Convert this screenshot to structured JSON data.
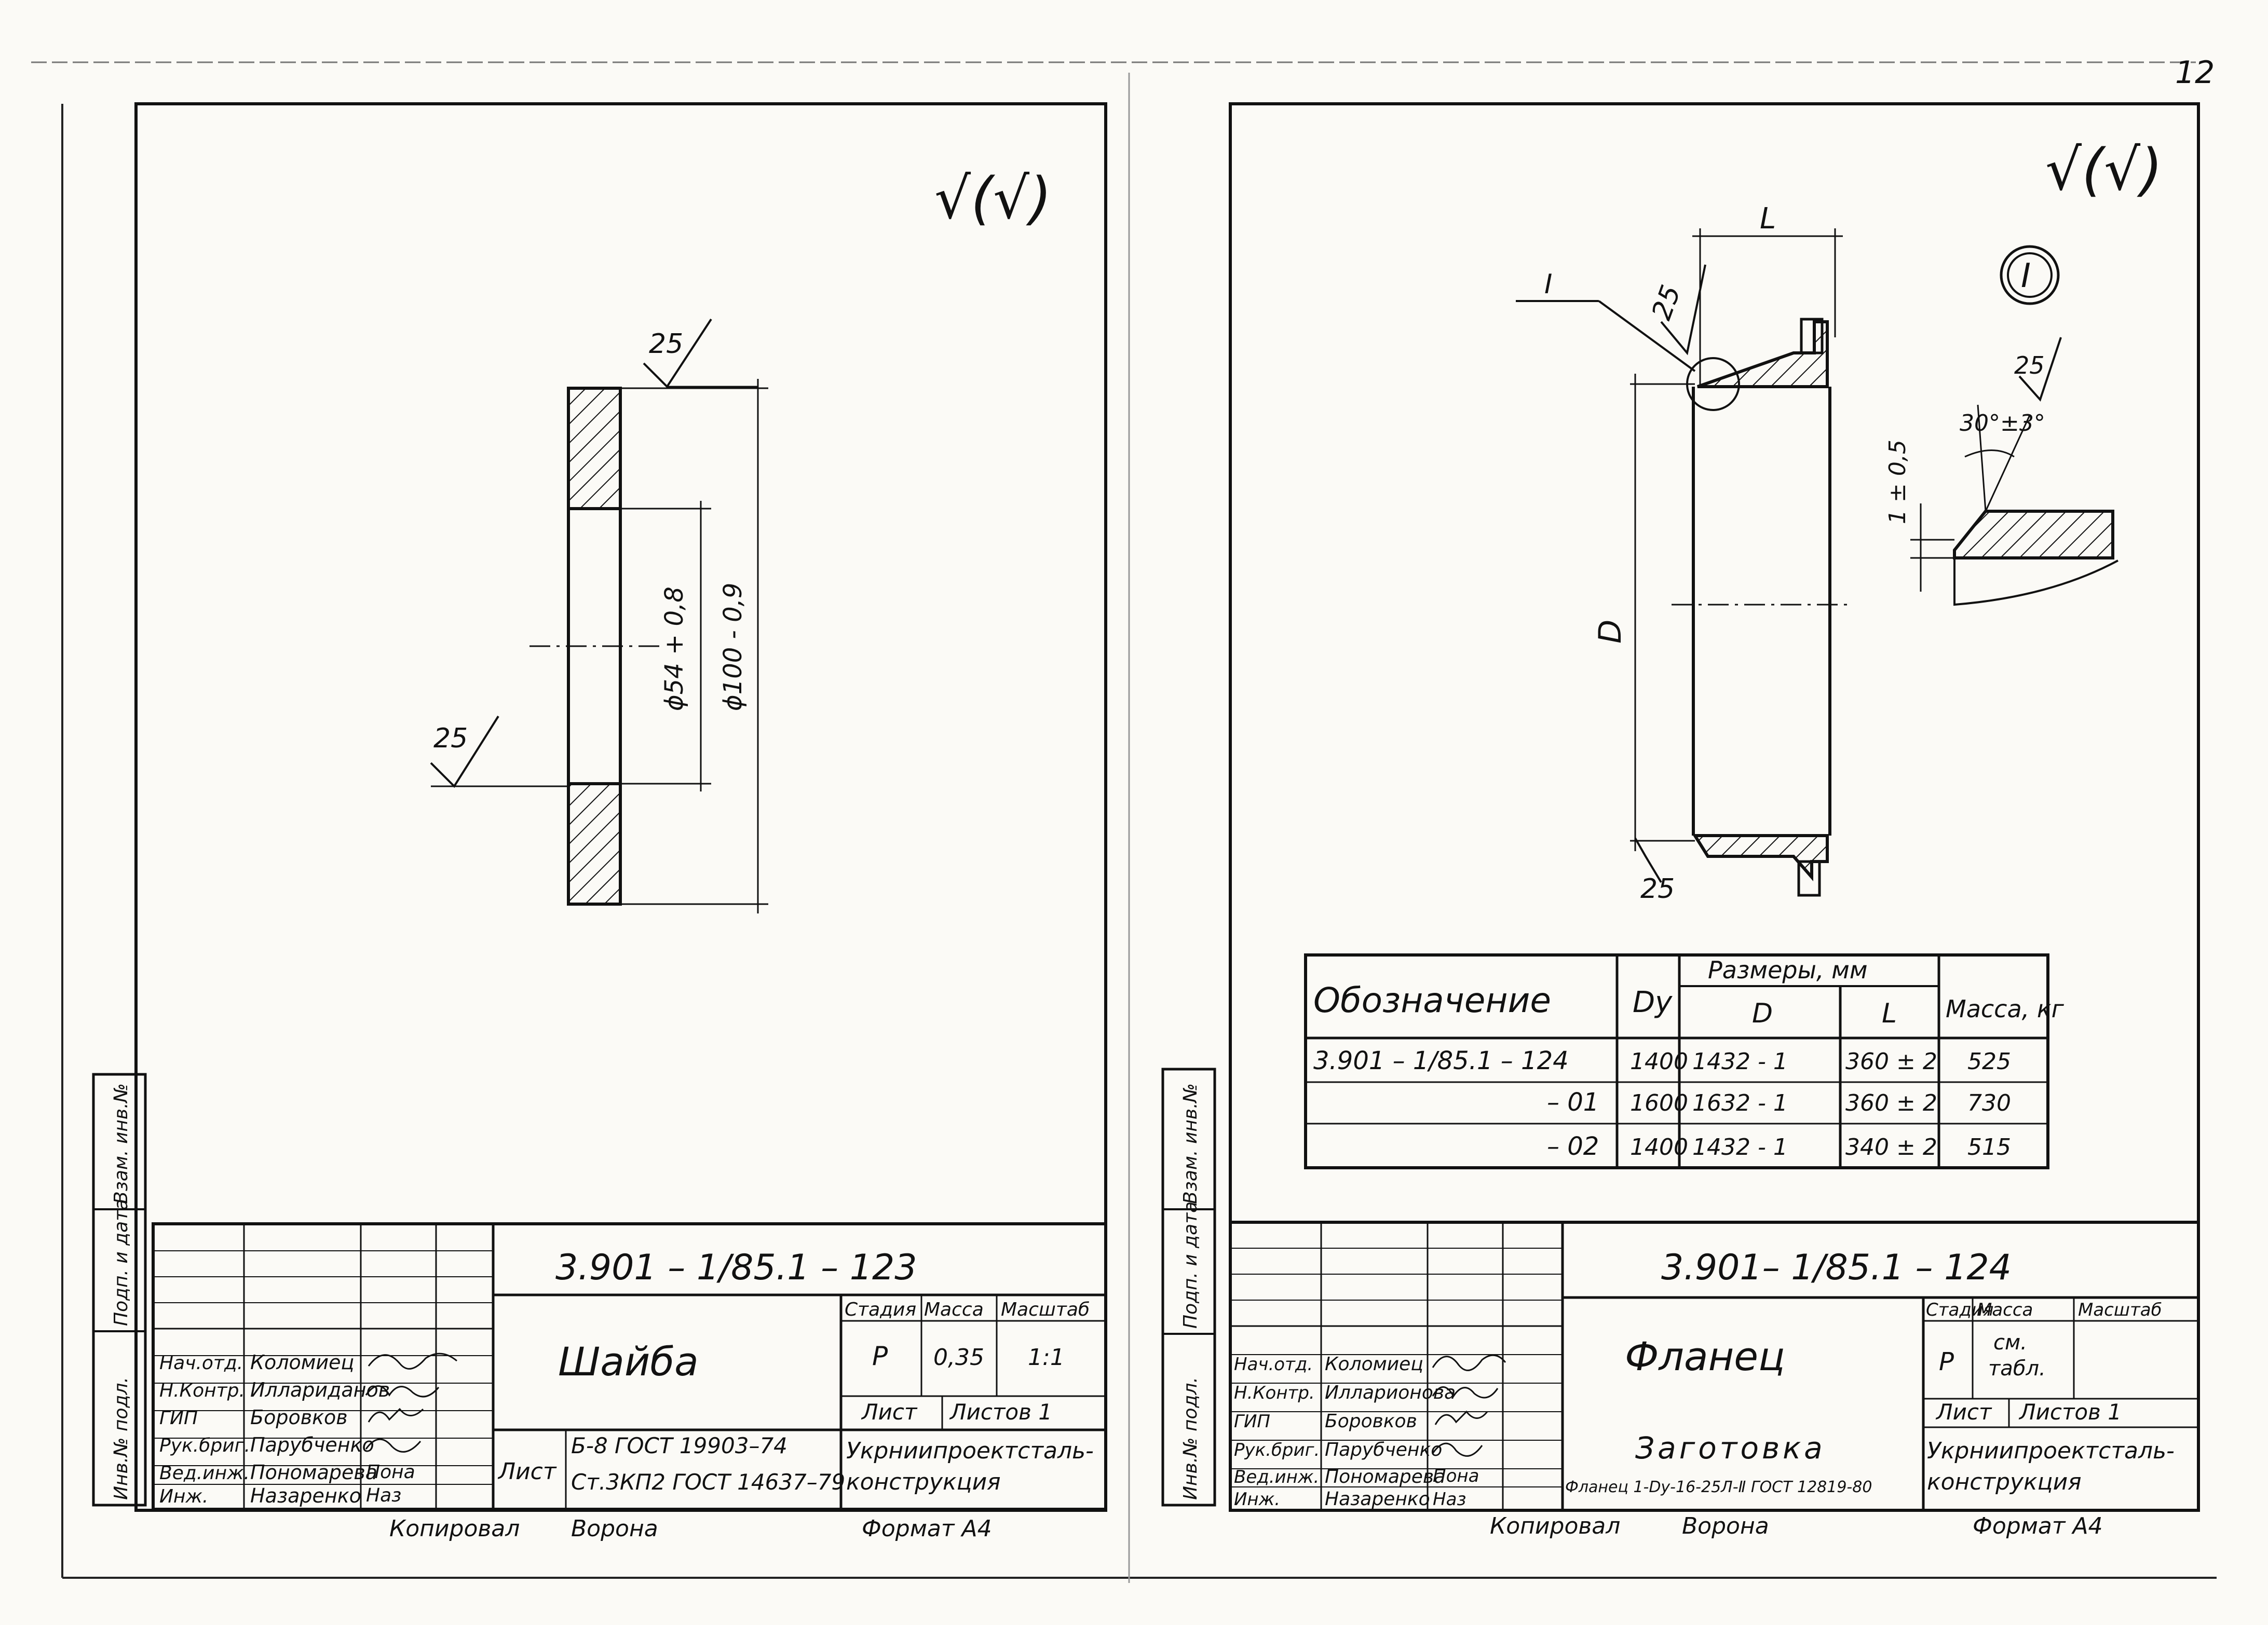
{
  "page_corner": "12",
  "drawings": [
    {
      "designation": "3.901 – 1/85.1 – 123",
      "part_name": "Шайба",
      "roughness_symbol": "√(√)",
      "dimensions": {
        "inner_diameter": "ϕ54 + 0,8",
        "outer_diameter": "ϕ100 - 0,9",
        "roughness_top": "25",
        "roughness_left": "25"
      },
      "stage": {
        "header": "Стадия",
        "value": "Р"
      },
      "mass": {
        "header": "Масса",
        "value": "0,35"
      },
      "scale": {
        "header": "Масштаб",
        "value": "1:1"
      },
      "sheet_label": "Лист",
      "sheets_label": "Листов 1",
      "material_label": "Лист",
      "material_line1": "Б-8 ГОСТ 19903–74",
      "material_line2": "Ст.3КП2 ГОСТ 14637–79",
      "org_line1": "Укрниипроектсталь-",
      "org_line2": "конструкция",
      "roles": [
        "Нач.отд.",
        "Н.Контр.",
        "ГИП",
        "Рук.бриг.",
        "Вед.инж.",
        "Инж."
      ],
      "names": [
        "Коломиец",
        "Иллариданов",
        "Боровков",
        "Парубченко",
        "Пономарева",
        "Назаренко"
      ],
      "signatures": [
        "",
        "",
        "",
        "",
        "Пона",
        "Наз"
      ],
      "side_labels": [
        "Инв.№ подл.",
        "Подп. и дата",
        "Взам. инв.№"
      ],
      "copied_label": "Копировал",
      "copied_by": "Ворона",
      "format_label": "Формат А4"
    },
    {
      "designation": "3.901– 1/85.1 – 124",
      "part_name": "Фланец",
      "roughness_symbol": "√(√)",
      "dimensions": {
        "length": "L",
        "diameter": "D",
        "roughness_top": "25",
        "roughness_bottom": "25",
        "roughness_detail": "25",
        "detail_callout": "I",
        "detail_label": "I",
        "angle": "30°±3°",
        "land": "1 ± 0,5"
      },
      "table": {
        "headers": {
          "designation": "Обозначение",
          "dy": "Dу",
          "sizes": "Размеры, мм",
          "d": "D",
          "l": "L",
          "mass": "Масса, кг"
        },
        "rows": [
          {
            "designation": "3.901 – 1/85.1 – 124",
            "dy": "1400",
            "d": "1432 - 1",
            "l": "360 ± 2",
            "mass": "525"
          },
          {
            "designation": "– 01",
            "dy": "1600",
            "d": "1632 - 1",
            "l": "360 ± 2",
            "mass": "730"
          },
          {
            "designation": "– 02",
            "dy": "1400",
            "d": "1432 - 1",
            "l": "340 ± 2",
            "mass": "515"
          }
        ]
      },
      "stage": {
        "header": "Стадия",
        "value": "Р"
      },
      "mass": {
        "header": "Масса",
        "value_line1": "см.",
        "value_line2": "табл."
      },
      "scale": {
        "header": "Масштаб"
      },
      "sheet_label": "Лист",
      "sheets_label": "Листов 1",
      "blank_label": "Заготовка",
      "blank_spec": "Фланец 1-Dу-16-25Л-Ⅱ ГОСТ 12819-80",
      "org_line1": "Укрниипроектсталь-",
      "org_line2": "конструкция",
      "roles": [
        "Нач.отд.",
        "Н.Контр.",
        "ГИП",
        "Рук.бриг.",
        "Вед.инж.",
        "Инж."
      ],
      "names": [
        "Коломиец",
        "Илларионова",
        "Боровков",
        "Парубченко",
        "Пономарева",
        "Назаренко"
      ],
      "signatures": [
        "",
        "",
        "",
        "",
        "Пона",
        "Наз"
      ],
      "side_labels": [
        "Инв.№ подл.",
        "Подп. и дата",
        "Взам. инв.№"
      ],
      "copied_label": "Копировал",
      "copied_by": "Ворона",
      "format_label": "Формат А4"
    }
  ]
}
